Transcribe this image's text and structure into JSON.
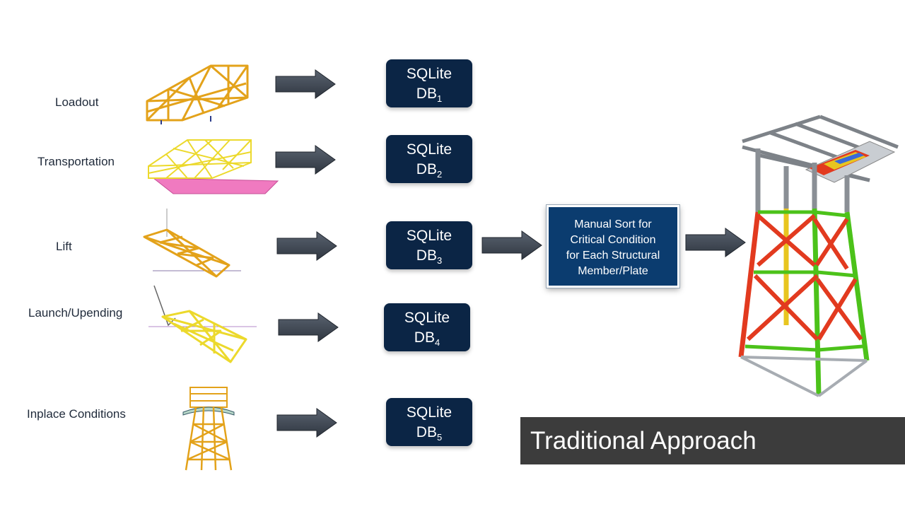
{
  "stages": [
    {
      "label": "Loadout",
      "db_name": "SQLite",
      "db_prefix": "DB",
      "db_index": "1"
    },
    {
      "label": "Transportation",
      "db_name": "SQLite",
      "db_prefix": "DB",
      "db_index": "2"
    },
    {
      "label": "Lift",
      "db_name": "SQLite",
      "db_prefix": "DB",
      "db_index": "3"
    },
    {
      "label": "Launch/Upending",
      "db_name": "SQLite",
      "db_prefix": "DB",
      "db_index": "4"
    },
    {
      "label": "Inplace Conditions",
      "db_name": "SQLite",
      "db_prefix": "DB",
      "db_index": "5"
    }
  ],
  "sort_box": {
    "lines": [
      "Manual Sort for",
      "Critical Condition",
      "for Each Structural",
      "Member/Plate"
    ]
  },
  "banner": {
    "title": "Traditional Approach"
  },
  "colors": {
    "db_box": "#0b2545",
    "sort_box": "#0b3c6f",
    "arrow": "#3d4551",
    "banner": "#3c3c3c",
    "truss_orange": "#e3a21a",
    "truss_yellow": "#ecd92c",
    "barge": "#f07ac0",
    "stress_red": "#e23a1f",
    "stress_green": "#4cc21a"
  }
}
